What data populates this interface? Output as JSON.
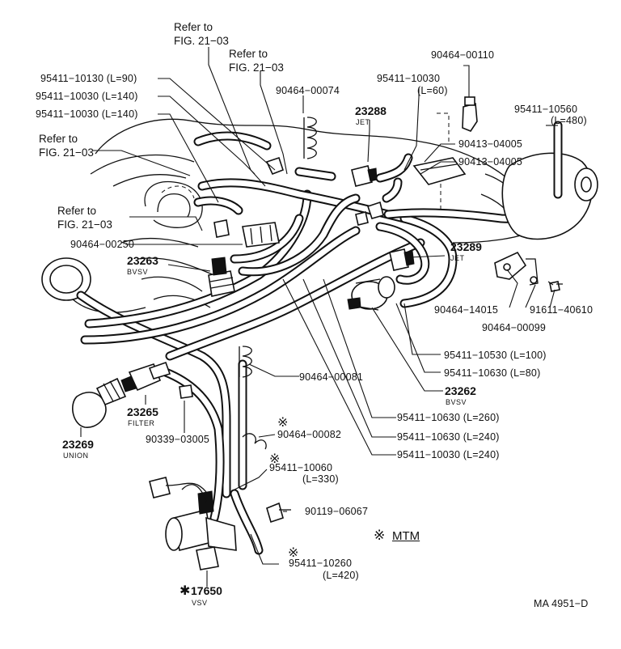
{
  "refs": {
    "r1_l1": "Refer to",
    "r1_l2": "FIG. 21−03",
    "r2_l1": "Refer to",
    "r2_l2": "FIG. 21−03",
    "r3_l1": "Refer to",
    "r3_l2": "FIG. 21−03",
    "r4_l1": "Refer to",
    "r4_l2": "FIG. 21−03"
  },
  "parts": {
    "p_10130": "95411−10130 (L=90)",
    "p_10030a": "95411−10030 (L=140)",
    "p_10030b": "95411−10030 (L=140)",
    "p_00074": "90464−00074",
    "p_10030_60_a": "95411−10030",
    "p_10030_60_b": "(L=60)",
    "p_00110": "90464−00110",
    "p_10560_a": "95411−10560",
    "p_10560_b": "(L=480)",
    "p_04005a": "90413−04005",
    "p_04005b": "90413−04005",
    "p_00250": "90464−00250",
    "p_14015": "90464−14015",
    "p_40610": "91611−40610",
    "p_00099": "90464−00099",
    "p_10530": "95411−10530 (L=100)",
    "p_10630_80": "95411−10630 (L=80)",
    "p_00081": "90464−00081",
    "p_10630_260": "95411−10630 (L=260)",
    "p_00082": "90464−00082",
    "p_10630_240": "95411−10630 (L=240)",
    "p_03005": "90339−03005",
    "p_10030_240": "95411−10030 (L=240)",
    "p_10060_a": "95411−10060",
    "p_10060_b": "(L=330)",
    "p_06067": "90119−06067",
    "p_10260_a": "95411−10260",
    "p_10260_b": "(L=420)"
  },
  "components": {
    "c_23288": "23288",
    "c_23288_sub": "JET",
    "c_23289": "23289",
    "c_23289_sub": "JET",
    "c_23263": "23263",
    "c_23263_sub": "BVSV",
    "c_23262": "23262",
    "c_23262_sub": "BVSV",
    "c_23265": "23265",
    "c_23265_sub": "FILTER",
    "c_23269": "23269",
    "c_23269_sub": "UNION",
    "c_17650": "17650",
    "c_17650_sub": "VSV"
  },
  "marks": {
    "asterisk": "※",
    "mtm_legend": "MTM",
    "star": "✱"
  },
  "footer": {
    "code": "MA 4951−D"
  },
  "colors": {
    "ink": "#111111",
    "paper": "#ffffff"
  }
}
